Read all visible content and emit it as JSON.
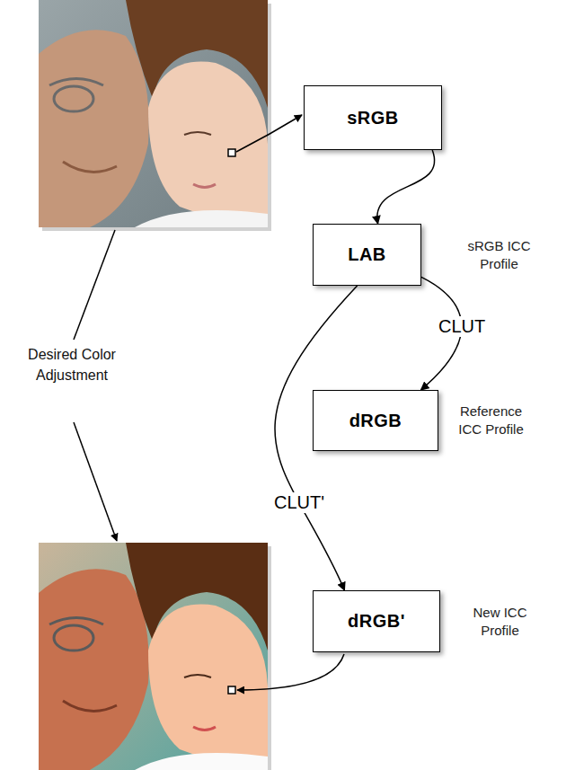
{
  "diagram": {
    "nodes": [
      {
        "text": [
          "sRGB"
        ]
      },
      {
        "text": [
          "LAB",
          "sRGB ICC Profile"
        ]
      },
      {
        "text": [
          "dRGB",
          "Reference ICC Profile"
        ]
      },
      {
        "text": [
          "dRGB'",
          "New ICC Profile"
        ]
      }
    ],
    "edges": [
      {
        "from": 0,
        "to": 1,
        "arrow": "to"
      },
      {
        "from": 1,
        "to": 2,
        "label": "CLUT",
        "arrow": "to"
      },
      {
        "from": 1,
        "to": 3,
        "label": "CLUT'",
        "arrow": "to"
      }
    ],
    "labels": [
      "Desired Color Adjustment"
    ]
  }
}
